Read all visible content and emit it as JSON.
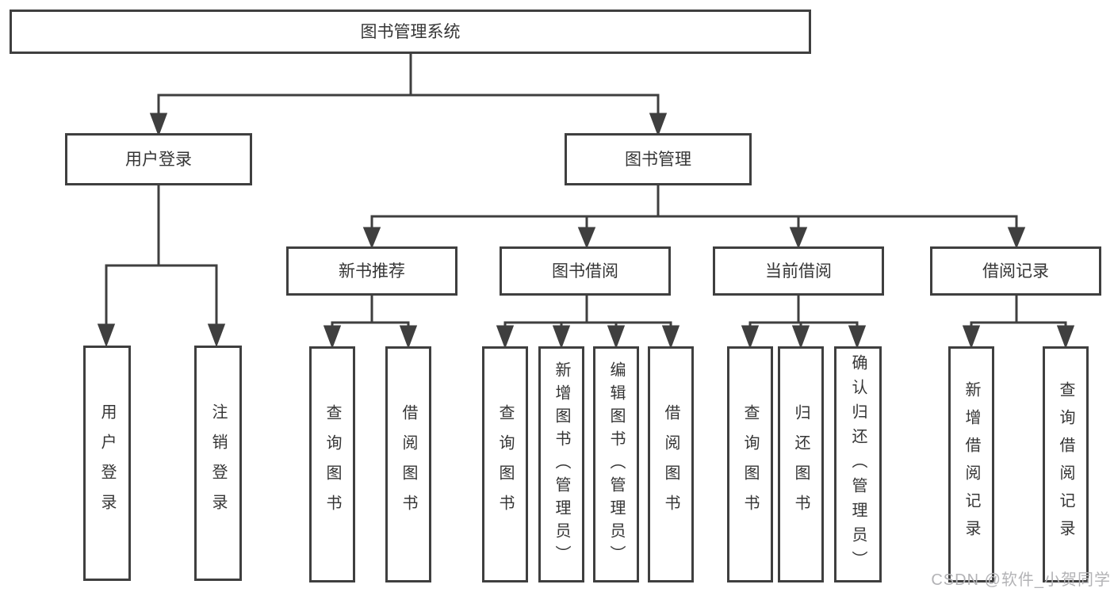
{
  "diagram": {
    "watermark": "CSDN @软件_小贺同学",
    "colors": {
      "line": "#3f3f3f",
      "border": "#3f3f3f",
      "text": "#353535",
      "background": "#ffffff",
      "watermark": "#b3b3b6"
    },
    "tree": {
      "label": "图书管理系统",
      "children": [
        {
          "label": "用户登录",
          "children": [
            {
              "label": "用户登录"
            },
            {
              "label": "注销登录"
            }
          ]
        },
        {
          "label": "图书管理",
          "children": [
            {
              "label": "新书推荐",
              "children": [
                {
                  "label": "查询图书"
                },
                {
                  "label": "借阅图书"
                }
              ]
            },
            {
              "label": "图书借阅",
              "children": [
                {
                  "label": "查询图书"
                },
                {
                  "label": "新增图书（管理员）"
                },
                {
                  "label": "编辑图书（管理员）"
                },
                {
                  "label": "借阅图书"
                }
              ]
            },
            {
              "label": "当前借阅",
              "children": [
                {
                  "label": "查询图书"
                },
                {
                  "label": "归还图书"
                },
                {
                  "label": "确认归还（管理员）"
                }
              ]
            },
            {
              "label": "借阅记录",
              "children": [
                {
                  "label": "新增借阅记录"
                },
                {
                  "label": "查询借阅记录"
                }
              ]
            }
          ]
        }
      ]
    }
  }
}
